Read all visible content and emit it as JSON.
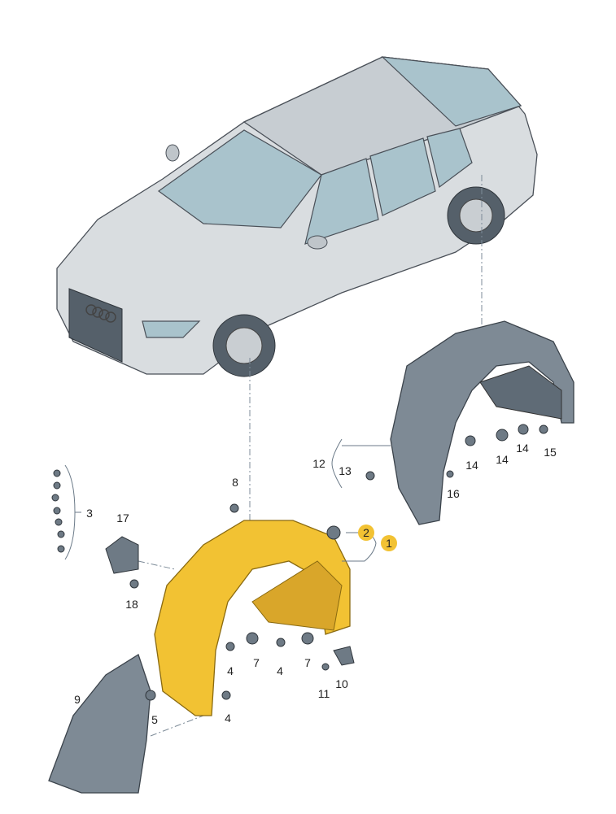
{
  "diagram": {
    "title_visible": false,
    "colors": {
      "highlight": "#f2c233",
      "part_grey": "#7e8a95",
      "car_body": "#d9dde0",
      "glass": "#a9c3cc"
    },
    "callouts": [
      {
        "id": "c1",
        "text": "1",
        "highlighted": true
      },
      {
        "id": "c2",
        "text": "2",
        "highlighted": true
      },
      {
        "id": "c3",
        "text": "3"
      },
      {
        "id": "c4a",
        "text": "4"
      },
      {
        "id": "c4b",
        "text": "4"
      },
      {
        "id": "c4c",
        "text": "4"
      },
      {
        "id": "c5",
        "text": "5"
      },
      {
        "id": "c7a",
        "text": "7"
      },
      {
        "id": "c7b",
        "text": "7"
      },
      {
        "id": "c8",
        "text": "8"
      },
      {
        "id": "c9",
        "text": "9"
      },
      {
        "id": "c10",
        "text": "10"
      },
      {
        "id": "c11",
        "text": "11"
      },
      {
        "id": "c12",
        "text": "12"
      },
      {
        "id": "c13",
        "text": "13"
      },
      {
        "id": "c14a",
        "text": "14"
      },
      {
        "id": "c14b",
        "text": "14"
      },
      {
        "id": "c14c",
        "text": "14"
      },
      {
        "id": "c15",
        "text": "15"
      },
      {
        "id": "c16",
        "text": "16"
      },
      {
        "id": "c17",
        "text": "17"
      },
      {
        "id": "c18",
        "text": "18"
      }
    ]
  }
}
